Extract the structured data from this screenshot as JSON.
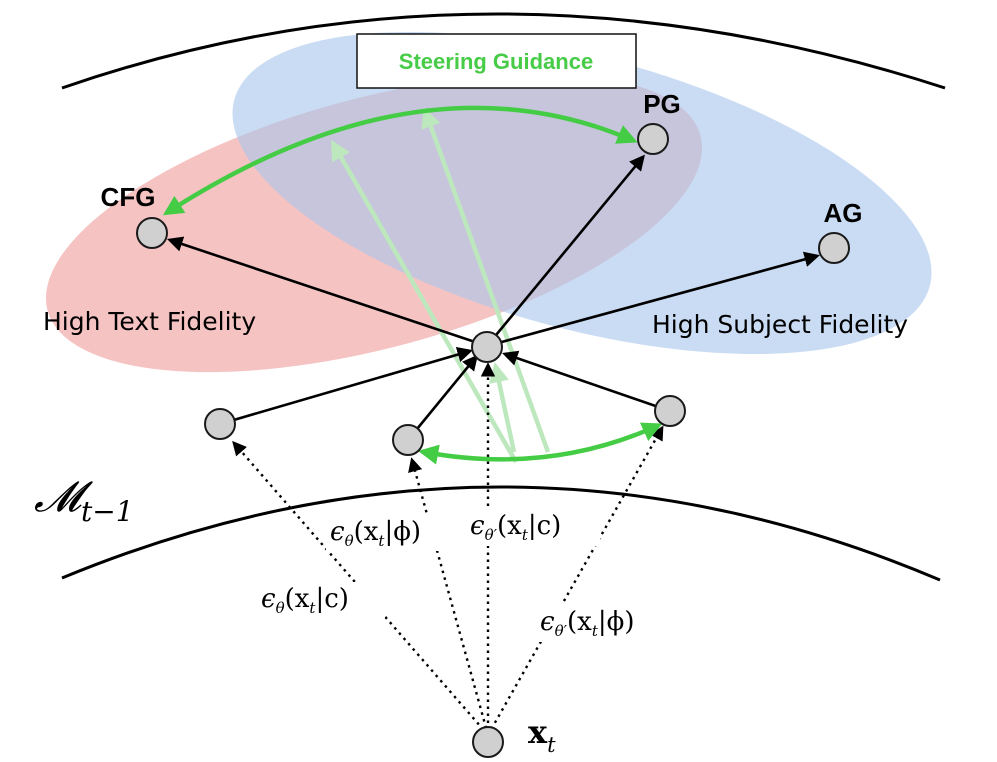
{
  "title_box": {
    "text": "Steering Guidance",
    "color": "#46cc46"
  },
  "regions": {
    "text_region": {
      "label": "High Text Fidelity",
      "color": "#f4b3b3"
    },
    "subject_region": {
      "label": "High Subject Fidelity",
      "color": "#b6cfee"
    }
  },
  "nodes": {
    "cfg": "CFG",
    "pg": "PG",
    "ag": "AG",
    "xt_base": "x",
    "xt_sub": "t"
  },
  "manifold": {
    "symbol": "𝓜",
    "subscript": "t−1"
  },
  "equations": [
    {
      "prefix": "ϵ",
      "sub": "θ",
      "body": "(x",
      "body_sub": "t",
      "cond": "|ϕ)"
    },
    {
      "prefix": "ϵ",
      "sub": "θ′",
      "body": "(x",
      "body_sub": "t",
      "cond": "|c)"
    },
    {
      "prefix": "ϵ",
      "sub": "θ",
      "body": "(x",
      "body_sub": "t",
      "cond": "|c)"
    },
    {
      "prefix": "ϵ",
      "sub": "θ′",
      "body": "(x",
      "body_sub": "t",
      "cond": "|ϕ)"
    }
  ],
  "colors": {
    "accent_green": "#45cc45",
    "light_green": "#bde8bd",
    "node_fill": "#d0d0d0"
  }
}
